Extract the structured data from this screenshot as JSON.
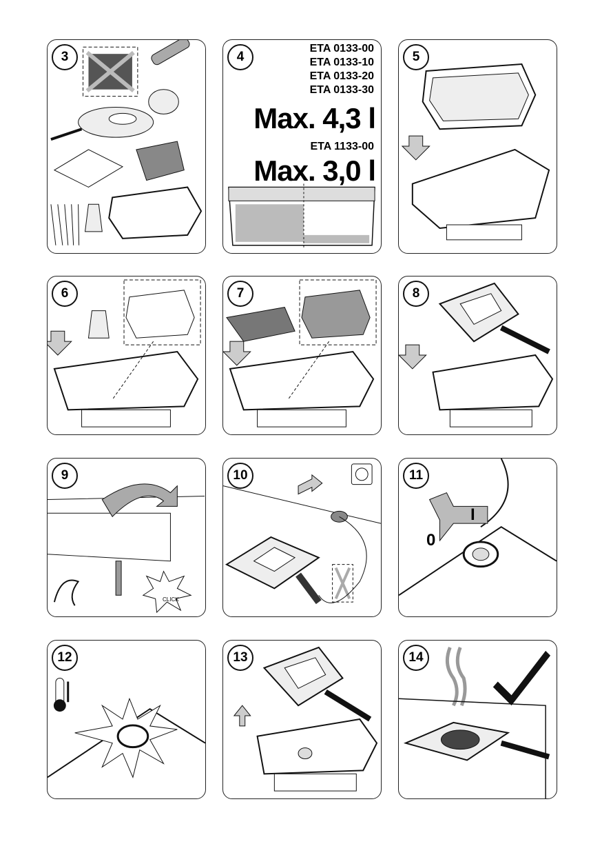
{
  "steps": [
    "3",
    "4",
    "5",
    "6",
    "7",
    "8",
    "9",
    "10",
    "11",
    "12",
    "13",
    "14"
  ],
  "capacity": {
    "models_a": [
      "ETA 0133-00",
      "ETA 0133-10",
      "ETA 0133-20",
      "ETA 0133-30"
    ],
    "max_a": "Max. 4,3 l",
    "model_b": "ETA 1133-00",
    "max_b": "Max. 3,0 l"
  },
  "switch": {
    "on": "I",
    "off": "0"
  },
  "click_label": "CLICK"
}
